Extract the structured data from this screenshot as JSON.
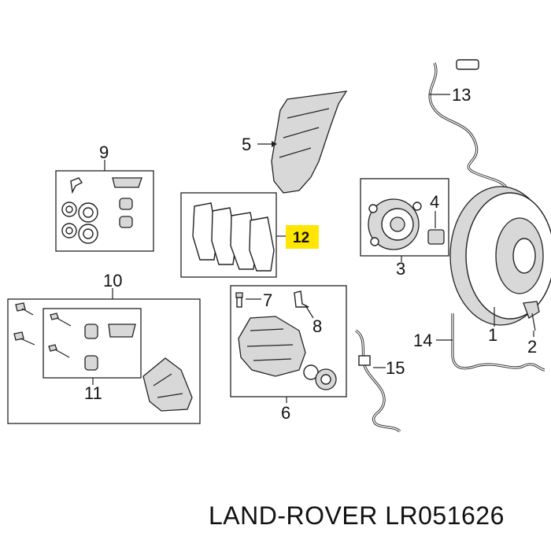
{
  "callouts": {
    "c1": "1",
    "c2": "2",
    "c3": "3",
    "c4": "4",
    "c5": "5",
    "c6": "6",
    "c7": "7",
    "c8": "8",
    "c9": "9",
    "c10": "10",
    "c11": "11",
    "c12": "12",
    "c13": "13",
    "c14": "14",
    "c15": "15"
  },
  "highlight_color": "#ffe600",
  "caption": "LAND-ROVER LR051626"
}
